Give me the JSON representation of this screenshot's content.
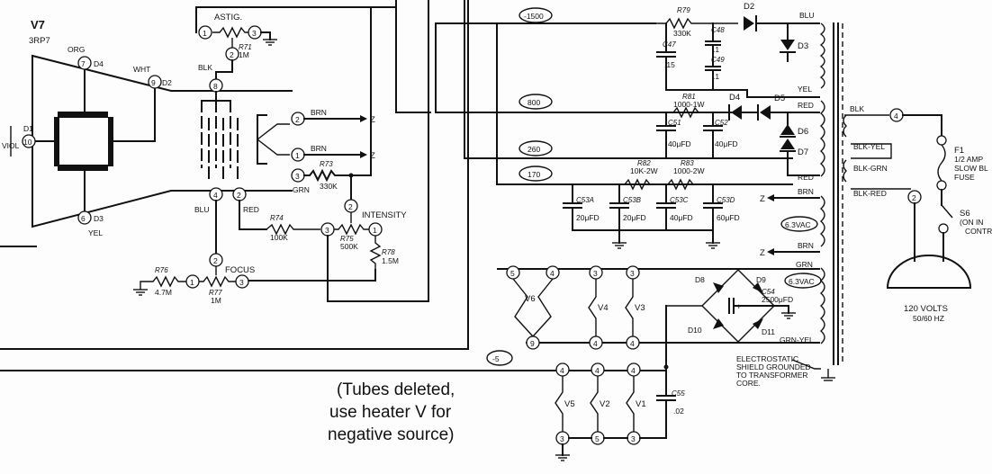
{
  "tube": {
    "ref": "V7",
    "type": "3RP7"
  },
  "cathode_ray_tube_pins": {
    "p7": "7",
    "p9": "9",
    "p10": "10",
    "p6": "6",
    "d4": "D4",
    "d2": "D2",
    "d1": "D1",
    "d3": "D3",
    "org": "ORG",
    "wht": "WHT",
    "yel": "YEL",
    "viol": "VIOL"
  },
  "astig": {
    "label": "ASTIG.",
    "ref": "R71",
    "value": "1M",
    "pin1": "1",
    "pin2": "2",
    "pin3": "3",
    "blk": "BLK",
    "pin8": "8"
  },
  "deflection": {
    "brn1": "BRN",
    "brn2": "BRN",
    "z1": "Z",
    "z2": "Z",
    "pin1": "1",
    "pin2": "2",
    "pin3": "3",
    "grn": "GRN"
  },
  "r73": {
    "ref": "R73",
    "value": "330K"
  },
  "lower_pins": {
    "p4": "4",
    "p2": "2",
    "blu": "BLU",
    "red": "RED"
  },
  "intensity": {
    "label": "INTENSITY",
    "ref": "R75",
    "value": "500K",
    "pin1": "1",
    "pin2": "2",
    "pin3": "3"
  },
  "r74": {
    "ref": "R74",
    "value": "100K"
  },
  "r78": {
    "ref": "R78",
    "value": "1.5M"
  },
  "focus": {
    "label": "FOCUS",
    "ref": "R77",
    "value": "1M",
    "pin1": "1",
    "pin2": "2",
    "pin3": "3"
  },
  "r76": {
    "ref": "R76",
    "value": "4.7M"
  },
  "voltages": {
    "v1": "-1500",
    "v2": "800",
    "v3": "260",
    "v4": "170",
    "v5": "-5"
  },
  "supply": {
    "r79": "R79",
    "r79v": "330K",
    "c47": "C47",
    "c47v": ".15",
    "c48": "C48",
    "c48v": ".1",
    "c49": "C49",
    "c49v": ".1",
    "d2": "D2",
    "d3": "D3",
    "d4": "D4",
    "d5": "D5",
    "d6": "D6",
    "d7": "D7",
    "r81": "R81",
    "r81v": "1000-1W",
    "c51": "C51",
    "c51v": "40μFD",
    "c52": "C52",
    "c52v": "40μFD",
    "r82": "R82",
    "r82v": "10K-2W",
    "r83": "R83",
    "r83v": "1000-2W",
    "c53a": "C53A",
    "c53av": "20μFD",
    "c53b": "C53B",
    "c53bv": "20μFD",
    "c53c": "C53C",
    "c53cv": "40μFD",
    "c53d": "C53D",
    "c53dv": "60μFD",
    "brn": "BRN",
    "brn2": "BRN",
    "z1": "Z",
    "z2": "Z",
    "ac1": "6.3VAC",
    "ac2": "6.3VAC",
    "grn": "GRN",
    "grnyel": "GRN-YEL",
    "blu": "BLU",
    "yel": "YEL",
    "red1": "RED",
    "red2": "RED"
  },
  "heaters": {
    "v6": "V6",
    "v4": "V4",
    "v3": "V3",
    "v5": "V5",
    "v2": "V2",
    "v1": "V1",
    "n5": "5",
    "n4": "4",
    "n3": "3",
    "n9": "9"
  },
  "bridge": {
    "d8": "D8",
    "d9": "D9",
    "d10": "D10",
    "d11": "D11",
    "c54": "C54",
    "c54v": "2500μFD",
    "c55": "C55",
    "c55v": ".02",
    "plus": "+"
  },
  "transformer": {
    "blk": "BLK",
    "blkyel": "BLK-YEL",
    "blkgrn": "BLK-GRN",
    "blkred": "BLK-RED",
    "n4": "4",
    "n2": "2",
    "shield1": "ELECTROSTATIC",
    "shield2": "SHIELD GROUNDED",
    "shield3": "TO TRANSFORMER",
    "shield4": "CORE."
  },
  "mains": {
    "f1": "F1",
    "fuse1": "1/2 AMP",
    "fuse2": "SLOW BL",
    "fuse3": "FUSE",
    "s6": "S6",
    "s6b": "(ON IN",
    "s6c": "CONTR",
    "volts": "120 VOLTS",
    "hz": "50/60 HZ"
  },
  "note": {
    "line1": "(Tubes deleted,",
    "line2": "use heater V for",
    "line3": "negative source)"
  }
}
